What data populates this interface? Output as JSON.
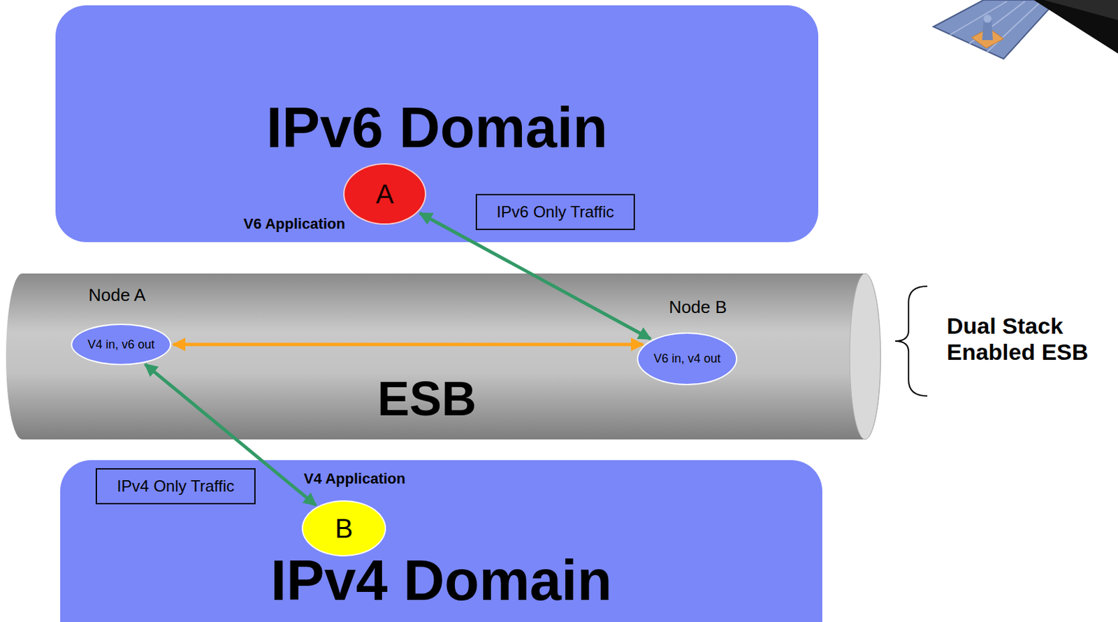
{
  "diagram": {
    "nodes": [
      {
        "text": [
          "IPv6 Domain"
        ]
      },
      {
        "text": [
          "A"
        ],
        "in": 0
      },
      {
        "text": [
          "IPv6 Only Traffic"
        ],
        "in": 0
      },
      {
        "text": [
          "ESB"
        ]
      },
      {
        "text": [
          "Node A",
          "V4 in, v6 out"
        ],
        "in": 3
      },
      {
        "text": [
          "Node B",
          "V6 in, v4 out"
        ],
        "in": 3
      },
      {
        "text": [
          "IPv4 Domain"
        ]
      },
      {
        "text": [
          "IPv4 Only Traffic"
        ],
        "in": 6
      },
      {
        "text": [
          "B"
        ],
        "in": 6
      }
    ],
    "edges": [
      {
        "from": 4,
        "to": 5,
        "arrow": "both"
      },
      {
        "from": 1,
        "to": 5,
        "arrow": "both"
      },
      {
        "from": 8,
        "to": 4,
        "arrow": "both"
      }
    ],
    "labels": [
      "V6 Application",
      "V4 Application",
      "Dual Stack Enabled ESB"
    ]
  }
}
